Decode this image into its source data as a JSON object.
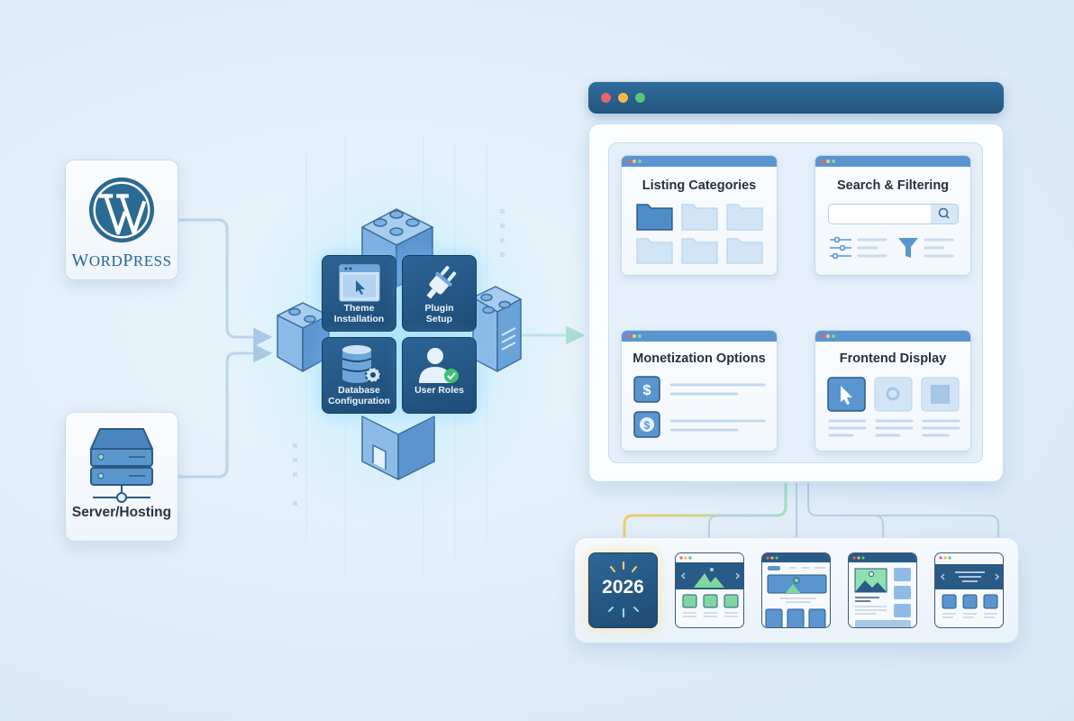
{
  "sources": {
    "wordpress": {
      "label_cap1": "W",
      "label_rest1": "ORD",
      "label_cap2": "P",
      "label_rest2": "RESS",
      "icon": "wordpress-logo-icon"
    },
    "server": {
      "label": "Server/Hosting",
      "icon": "server-icon"
    }
  },
  "core": {
    "tiles": [
      {
        "label_line1": "Theme",
        "label_line2": "Installation",
        "icon": "browser-cursor-icon"
      },
      {
        "label_line1": "Plugin",
        "label_line2": "Setup",
        "icon": "plug-icon"
      },
      {
        "label_line1": "Database",
        "label_line2": "Configuration",
        "icon": "database-gear-icon"
      },
      {
        "label_line1": "User Roles",
        "label_line2": "",
        "icon": "user-check-icon"
      }
    ]
  },
  "browser": {
    "window_controls": {
      "close": "#e9636b",
      "minimize": "#f3b94a",
      "maximize": "#58c878"
    },
    "panels": [
      {
        "title": "Listing Categories",
        "icon": "folder-grid-icon"
      },
      {
        "title": "Search & Filtering",
        "icon": "search-filter-icon"
      },
      {
        "title": "Monetization Options",
        "icon": "dollar-icon"
      },
      {
        "title": "Frontend Display",
        "icon": "cursor-layout-icon"
      }
    ]
  },
  "outputs": {
    "year_badge": "2026",
    "templates": [
      {
        "name": "slider-gallery-layout"
      },
      {
        "name": "hero-map-layout"
      },
      {
        "name": "image-sidebar-layout"
      },
      {
        "name": "carousel-cards-layout"
      }
    ]
  },
  "colors": {
    "accent_dark": "#24557f",
    "accent": "#5a95cf",
    "green": "#6fd39a",
    "gold": "#f2c96a"
  }
}
